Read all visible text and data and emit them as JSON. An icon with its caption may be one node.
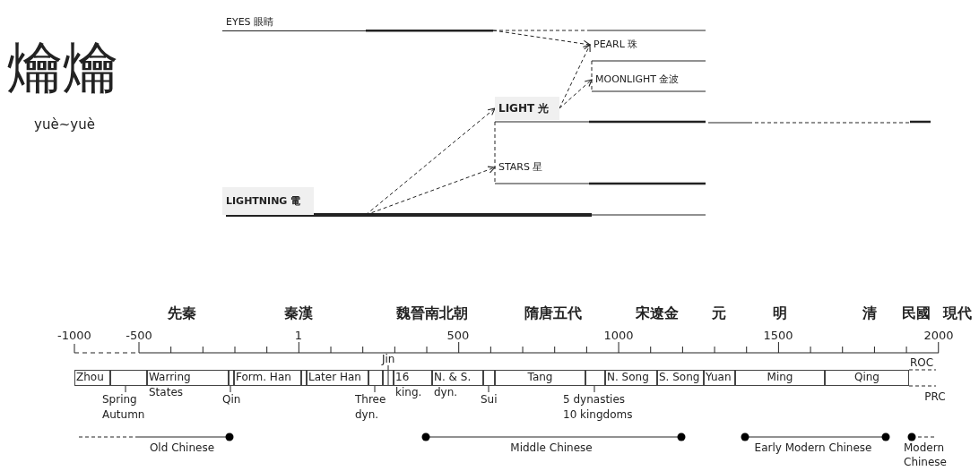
{
  "diagram": {
    "title": "爚爚",
    "nodes": [
      {
        "text": [
          "EYES 眼睛"
        ]
      },
      {
        "text": [
          "PEARL 珠"
        ]
      },
      {
        "text": [
          "MOONLIGHT 金波"
        ]
      },
      {
        "text": [
          "LIGHT 光"
        ]
      },
      {
        "text": [
          "STARS 星"
        ]
      },
      {
        "text": [
          "LIGHTNING 電"
        ]
      },
      {
        "text": [
          "Zhou"
        ]
      },
      {
        "text": [],
        "shape": "box"
      },
      {
        "text": [
          "Warring States"
        ]
      },
      {
        "text": [],
        "shape": "box"
      },
      {
        "text": [
          "Form. Han"
        ]
      },
      {
        "text": [],
        "shape": "box"
      },
      {
        "text": [
          "Later Han"
        ]
      },
      {
        "text": [],
        "shape": "box"
      },
      {
        "text": [],
        "shape": "box"
      },
      {
        "text": [
          "16 king."
        ]
      },
      {
        "text": [
          "N. & S. dyn."
        ]
      },
      {
        "text": [],
        "shape": "box"
      },
      {
        "text": [
          "Tang"
        ]
      },
      {
        "text": [],
        "shape": "box"
      },
      {
        "text": [
          "N. Song"
        ]
      },
      {
        "text": [
          "S. Song"
        ]
      },
      {
        "text": [
          "Yuan"
        ]
      },
      {
        "text": [
          "Ming"
        ]
      },
      {
        "text": [
          "Qing"
        ]
      },
      {
        "text": [
          "Spring Autumn"
        ]
      },
      {
        "text": [
          "Qin"
        ]
      },
      {
        "text": [
          "Three dyn."
        ]
      },
      {
        "text": [
          "Jin"
        ]
      },
      {
        "text": [
          "Sui"
        ]
      },
      {
        "text": [
          "5 dynasties 10 kingdoms"
        ]
      }
    ],
    "edges": [
      {
        "from": 0,
        "to": 1,
        "arrow": "to",
        "style": "dashed"
      },
      {
        "from": 5,
        "to": 3,
        "arrow": "to",
        "style": "dashed"
      },
      {
        "from": 5,
        "to": 4,
        "arrow": "to",
        "style": "dashed"
      },
      {
        "from": 3,
        "to": 1,
        "arrow": "to",
        "style": "dashed"
      },
      {
        "from": 3,
        "to": 2,
        "arrow": "to",
        "style": "dashed"
      },
      {
        "from": 25,
        "to": 7,
        "arrow": "none"
      },
      {
        "from": 26,
        "to": 9,
        "arrow": "none"
      },
      {
        "from": 27,
        "to": 13,
        "arrow": "none"
      },
      {
        "from": 28,
        "to": 14,
        "arrow": "none"
      },
      {
        "from": 29,
        "to": 17,
        "arrow": "none"
      },
      {
        "from": 30,
        "to": 19,
        "arrow": "none"
      }
    ],
    "labels": [
      "yuè~yuè",
      "先秦",
      "秦漢",
      "魏晉南北朝",
      "隋唐五代",
      "宋遼金",
      "元",
      "明",
      "清",
      "民國",
      "現代",
      "-1000",
      "-500",
      "1",
      "500",
      "1000",
      "1500",
      "2000",
      "ROC",
      "PRC",
      "Old Chinese",
      "Middle Chinese",
      "Early Modern Chinese",
      "Modern Chinese"
    ]
  }
}
